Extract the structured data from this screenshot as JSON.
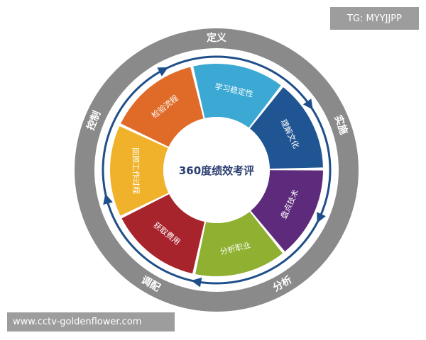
{
  "center_title": "360度绩效考评",
  "outer_ring": {
    "color": "#8a8a8a",
    "labels": [
      "定义",
      "实施",
      "分析",
      "调配",
      "控制"
    ]
  },
  "segments": [
    {
      "label": "理解文化",
      "color": "#1f5592"
    },
    {
      "label": "盘点技术",
      "color": "#5d2a7c"
    },
    {
      "label": "分析职业",
      "color": "#8fb030"
    },
    {
      "label": "获取费用",
      "color": "#a8242c"
    },
    {
      "label": "回顾工作过程",
      "color": "#f0b22a"
    },
    {
      "label": "检验流程",
      "color": "#e06b28"
    },
    {
      "label": "学习稳定性",
      "color": "#3ba9d4"
    }
  ],
  "arrow_color": "#1f4f8a",
  "watermarks": {
    "top": "TG: MYYJJPP",
    "bottom": "www.cctv-goldenflower.com"
  }
}
